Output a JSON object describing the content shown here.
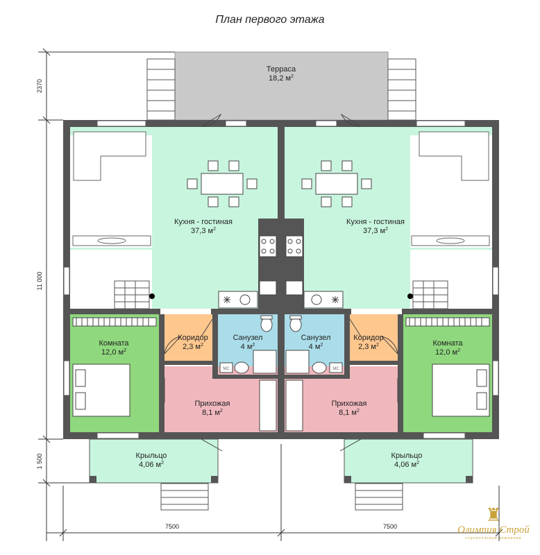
{
  "title": "План первого этажа",
  "rooms": [
    {
      "id": "terrace",
      "name": "Терраса",
      "area": "18,2 м",
      "sup": "2",
      "color": "#c9c9c9"
    },
    {
      "id": "kitchen-left",
      "name": "Кухня - гостиная",
      "area": "37,3 м",
      "sup": "2",
      "color": "#c8f5de"
    },
    {
      "id": "kitchen-right",
      "name": "Кухня - гостиная",
      "area": "37,3 м",
      "sup": "2",
      "color": "#c8f5de"
    },
    {
      "id": "room-left",
      "name": "Комната",
      "area": "12,0 м",
      "sup": "2",
      "color": "#8fd87e"
    },
    {
      "id": "room-right",
      "name": "Комната",
      "area": "12,0 м",
      "sup": "2",
      "color": "#8fd87e"
    },
    {
      "id": "corridor-left",
      "name": "Коридор",
      "area": "2,3 м",
      "sup": "2",
      "color": "#fdc78d"
    },
    {
      "id": "corridor-right",
      "name": "Коридор",
      "area": "2,3 м",
      "sup": "2",
      "color": "#fdc78d"
    },
    {
      "id": "bath-left",
      "name": "Санузел",
      "area": "4 м",
      "sup": "2",
      "color": "#aadde9"
    },
    {
      "id": "bath-right",
      "name": "Санузел",
      "area": "4 м",
      "sup": "2",
      "color": "#aadde9"
    },
    {
      "id": "hall-left",
      "name": "Прихожая",
      "area": "8,1 м",
      "sup": "2",
      "color": "#f0b8bd"
    },
    {
      "id": "hall-right",
      "name": "Прихожая",
      "area": "8,1 м",
      "sup": "2",
      "color": "#f0b8bd"
    },
    {
      "id": "porch-left",
      "name": "Крыльцо",
      "area": "4,06 м",
      "sup": "2",
      "color": "#c8f5de"
    },
    {
      "id": "porch-right",
      "name": "Крыльцо",
      "area": "4,06 м",
      "sup": "2",
      "color": "#c8f5de"
    }
  ],
  "dimensions": {
    "top_left": "2370",
    "mid_left": "11 000",
    "bottom_left": "1 500",
    "bottom_a": "7500",
    "bottom_b": "7500"
  },
  "fixture_labels": {
    "mc": "МС"
  },
  "logo": {
    "name": "Олимпия Строй",
    "sub": "строительная компания"
  },
  "colors": {
    "wall": "#555555"
  }
}
